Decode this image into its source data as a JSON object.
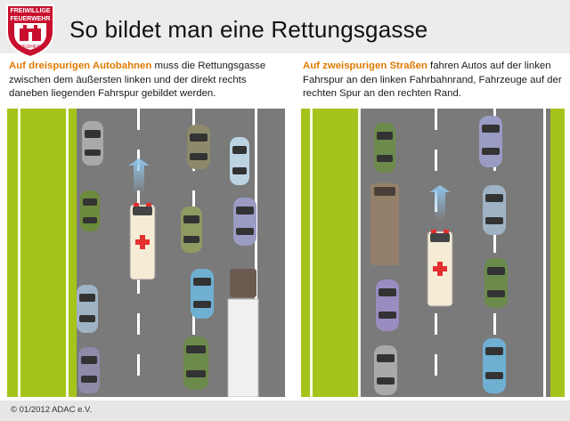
{
  "header": {
    "title": "So bildet man eine Rettungsgasse",
    "logo_text_top": "FREIWILLIGE",
    "logo_text_mid": "FEUERWEHR",
    "logo_text_bottom": "WEIDHEIM"
  },
  "left": {
    "highlight": "Auf dreispurigen Autobahnen",
    "text": " muss die Rettungsgasse zwischen dem äußersten linken und der direkt rechts daneben liegenden Fahrspur gebildet werden."
  },
  "right": {
    "highlight": "Auf zweispurigen Straßen",
    "text": " fahren Autos auf der linken Fahrspur an den linken Fahrbahnrand, Fahrzeuge auf der rechten Spur an den rechten Rand."
  },
  "footer": {
    "copyright": "© 01/2012 ADAC e.V."
  },
  "colors": {
    "road": "#7a7a7a",
    "shoulder_green": "#a5c41b",
    "lane_marking": "#ffffff",
    "arrow_blue": "#8fc4e8",
    "highlight_orange": "#e07a00"
  }
}
